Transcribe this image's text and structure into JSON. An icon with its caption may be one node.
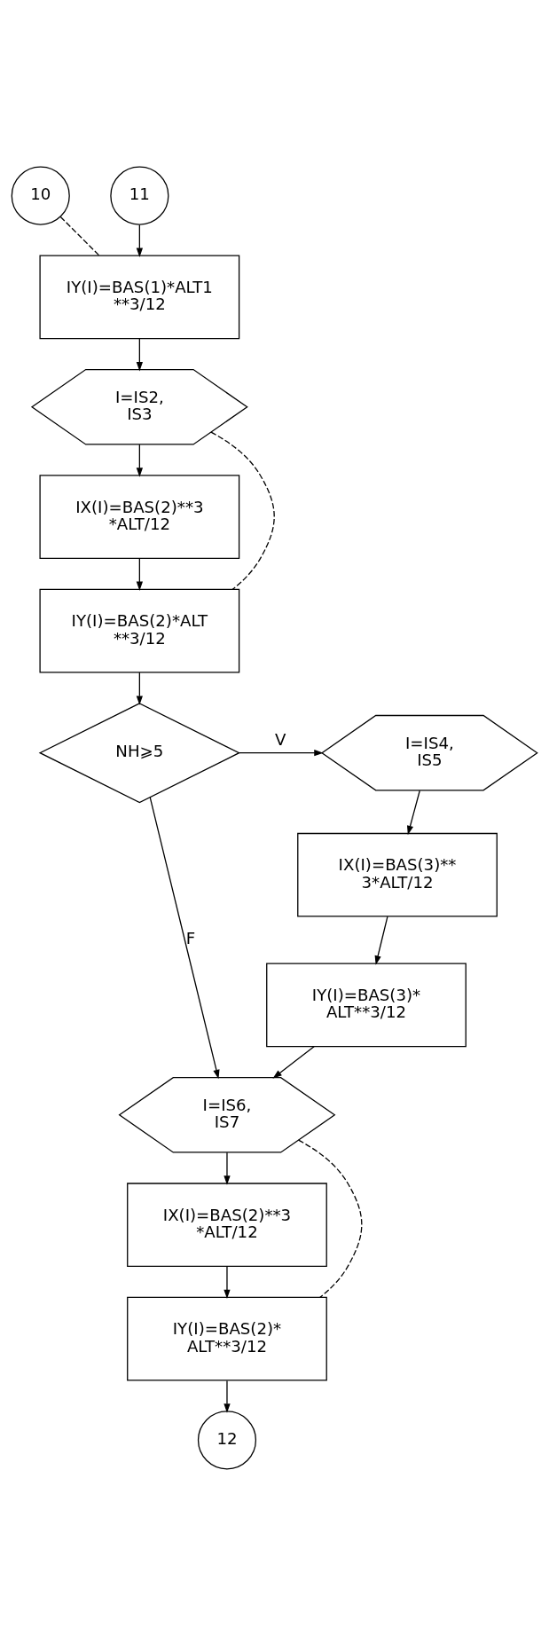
{
  "diagram": {
    "nodes": [
      {
        "text": [
          "10"
        ]
      },
      {
        "text": [
          "11"
        ]
      },
      {
        "text": [
          "IY(I)=BAS(1)*ALT1 **3/12"
        ]
      },
      {
        "text": [
          "I=IS2, IS3"
        ]
      },
      {
        "text": [
          "IX(I)=BAS(2)**3 *ALT/12"
        ]
      },
      {
        "text": [
          "IY(I)=BAS(2)*ALT **3/12"
        ]
      },
      {
        "text": [
          "NH⩾5"
        ]
      },
      {
        "text": [
          "I=IS4, IS5"
        ]
      },
      {
        "text": [
          "IX(I)=BAS(3)** 3*ALT/12"
        ]
      },
      {
        "text": [
          "IY(I)=BAS(3)* ALT**3/12"
        ]
      },
      {
        "text": [
          "I=IS6, IS7"
        ]
      },
      {
        "text": [
          "IX(I)=BAS(2)**3 *ALT/12"
        ]
      },
      {
        "text": [
          "IY(I)=BAS(2)* ALT**3/12"
        ]
      },
      {
        "text": [
          "12"
        ]
      }
    ],
    "edges": [
      {
        "from": 1,
        "to": 2,
        "arrow": "to"
      },
      {
        "from": 0,
        "to": 2,
        "arrow": "none",
        "style": "dashed"
      },
      {
        "from": 2,
        "to": 3,
        "arrow": "to"
      },
      {
        "from": 3,
        "to": 4,
        "arrow": "to"
      },
      {
        "from": 4,
        "to": 5,
        "arrow": "to"
      },
      {
        "from": 3,
        "to": 5,
        "arrow": "none",
        "style": "dashed"
      },
      {
        "from": 5,
        "to": 6,
        "arrow": "to"
      },
      {
        "from": 6,
        "to": 7,
        "arrow": "to",
        "label": "V"
      },
      {
        "from": 7,
        "to": 8,
        "arrow": "to"
      },
      {
        "from": 8,
        "to": 9,
        "arrow": "to"
      },
      {
        "from": 6,
        "to": 10,
        "arrow": "to",
        "label": "F"
      },
      {
        "from": 9,
        "to": 10,
        "arrow": "to"
      },
      {
        "from": 10,
        "to": 11,
        "arrow": "to"
      },
      {
        "from": 11,
        "to": 12,
        "arrow": "to"
      },
      {
        "from": 10,
        "to": 12,
        "arrow": "none",
        "style": "dashed"
      },
      {
        "from": 12,
        "to": 13,
        "arrow": "to"
      }
    ]
  }
}
